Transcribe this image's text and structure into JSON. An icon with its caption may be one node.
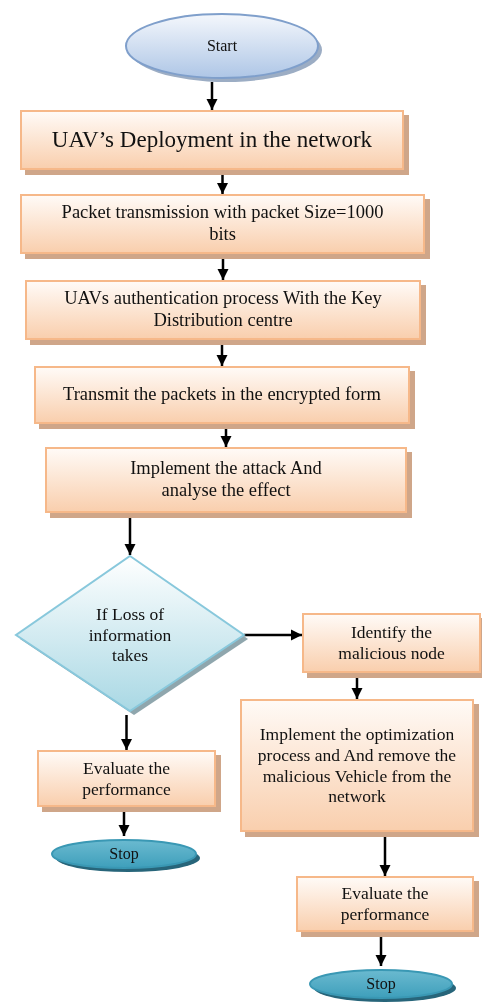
{
  "diagram": {
    "nodes": [
      {
        "text": [
          "Start"
        ]
      },
      {
        "text": [
          "UAV’s Deployment in the network"
        ]
      },
      {
        "text": [
          "Packet transmission with packet Size=1000 bits"
        ]
      },
      {
        "text": [
          "UAVs authentication process With the Key Distribution centre"
        ]
      },
      {
        "text": [
          "Transmit the packets in the encrypted form"
        ]
      },
      {
        "text": [
          "Implement the attack And analyse the effect"
        ]
      },
      {
        "text": [
          "If Loss of information takes"
        ]
      },
      {
        "text": [
          "Identify the malicious node"
        ]
      },
      {
        "text": [
          "Implement the optimization process and And remove the malicious Vehicle from the network"
        ]
      },
      {
        "text": [
          "Evaluate the performance"
        ]
      },
      {
        "text": [
          "Stop"
        ]
      },
      {
        "text": [
          "Evaluate the performance"
        ]
      },
      {
        "text": [
          "Stop"
        ]
      }
    ],
    "edges": [
      {
        "from": 0,
        "to": 1,
        "arrow": "to"
      },
      {
        "from": 1,
        "to": 2,
        "arrow": "to"
      },
      {
        "from": 2,
        "to": 3,
        "arrow": "to"
      },
      {
        "from": 3,
        "to": 4,
        "arrow": "to"
      },
      {
        "from": 4,
        "to": 5,
        "arrow": "to"
      },
      {
        "from": 5,
        "to": 6,
        "arrow": "to"
      },
      {
        "from": 6,
        "to": 9,
        "arrow": "to"
      },
      {
        "from": 6,
        "to": 7,
        "arrow": "to"
      },
      {
        "from": 7,
        "to": 8,
        "arrow": "to"
      },
      {
        "from": 9,
        "to": 10,
        "arrow": "to"
      },
      {
        "from": 8,
        "to": 11,
        "arrow": "to"
      },
      {
        "from": 11,
        "to": 12,
        "arrow": "to"
      }
    ]
  }
}
